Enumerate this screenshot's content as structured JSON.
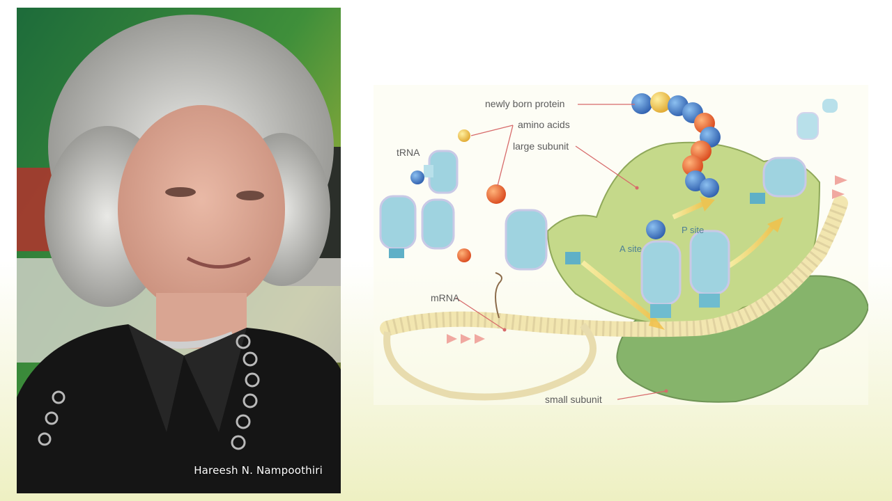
{
  "photo": {
    "credit": "Hareesh N. Nampoothiri"
  },
  "diagram": {
    "labels": {
      "newly_born_protein": "newly born protein",
      "amino_acids": "amino acids",
      "trna": "tRNA",
      "large_subunit": "large subunit",
      "p_site": "P site",
      "a_site": "A site",
      "mrna": "mRNA",
      "small_subunit": "small subunit"
    }
  },
  "colors": {
    "large_subunit": "#c5d98a",
    "small_subunit": "#86b46b",
    "trna_body": "#9fd3e0",
    "amino_orange": "#e8622a",
    "amino_blue": "#3f7fc9",
    "label_line": "#d76a6a"
  }
}
